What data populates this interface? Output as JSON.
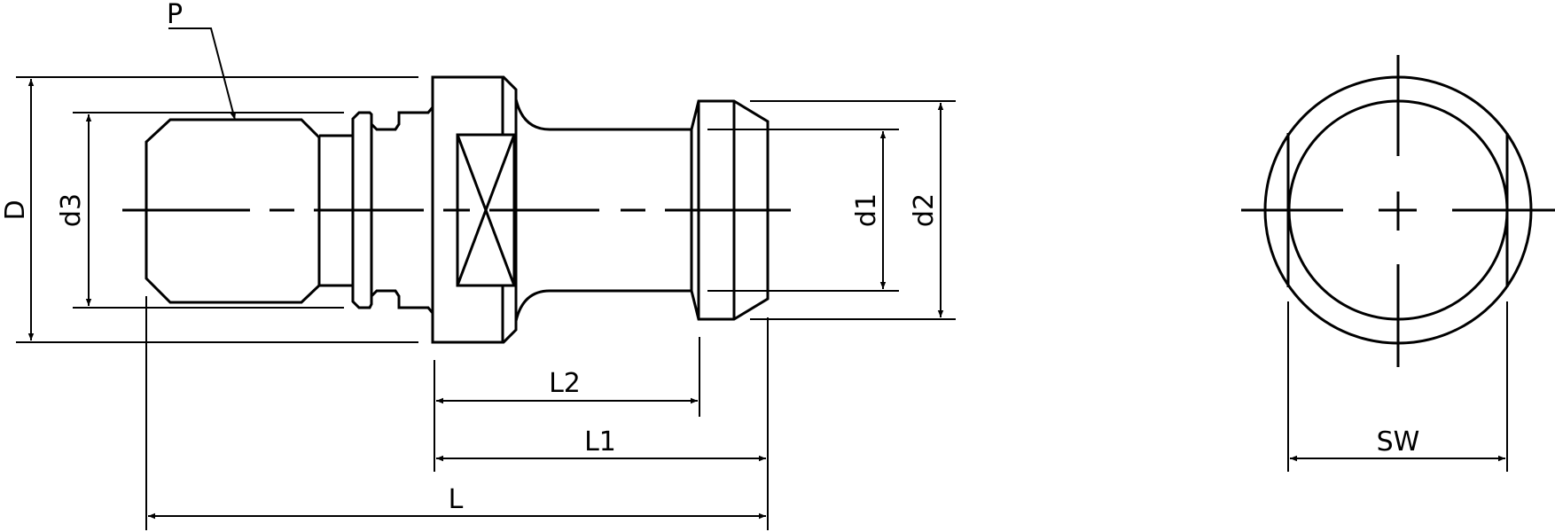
{
  "diagram": {
    "labels": {
      "thread": "P",
      "outer_diameter": "D",
      "diameter_3": "d3",
      "diameter_1": "d1",
      "diameter_2": "d2",
      "length_2": "L2",
      "length_1": "L1",
      "total_length": "L",
      "wrench_size": "SW"
    },
    "colors": {
      "line": "#000000",
      "background": "#ffffff"
    }
  }
}
